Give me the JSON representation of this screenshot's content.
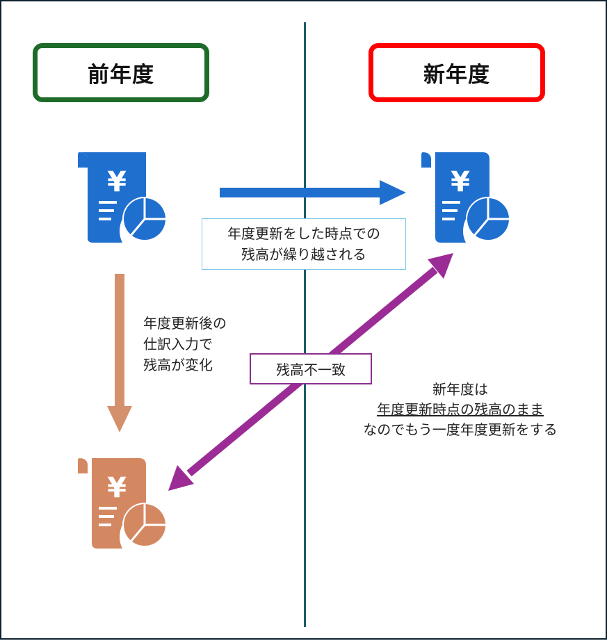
{
  "headers": {
    "previous_year": "前年度",
    "new_year": "新年度"
  },
  "icons": {
    "previous_doc": "yen-report-icon",
    "new_doc": "yen-report-icon",
    "changed_doc": "yen-report-icon"
  },
  "colors": {
    "previous_header_border": "#1e6b29",
    "new_header_border": "#ff0000",
    "divider": "#1d5a6e",
    "doc_blue": "#1f6fcf",
    "doc_orange": "#d48862",
    "carry_arrow": "#1f6fcf",
    "change_arrow": "#d4906c",
    "mismatch_arrow": "#9b2c96"
  },
  "notes": {
    "carry_over": [
      "年度更新をした時点での",
      "残高が繰り越される"
    ],
    "journal_change": [
      "年度更新後の",
      "仕訳入力で",
      "残高が変化"
    ],
    "mismatch": "残高不一致",
    "update_again": {
      "line1": "新年度は",
      "line2": "年度更新時点の残高のまま",
      "line3": "なのでもう一度年度更新をする"
    }
  }
}
